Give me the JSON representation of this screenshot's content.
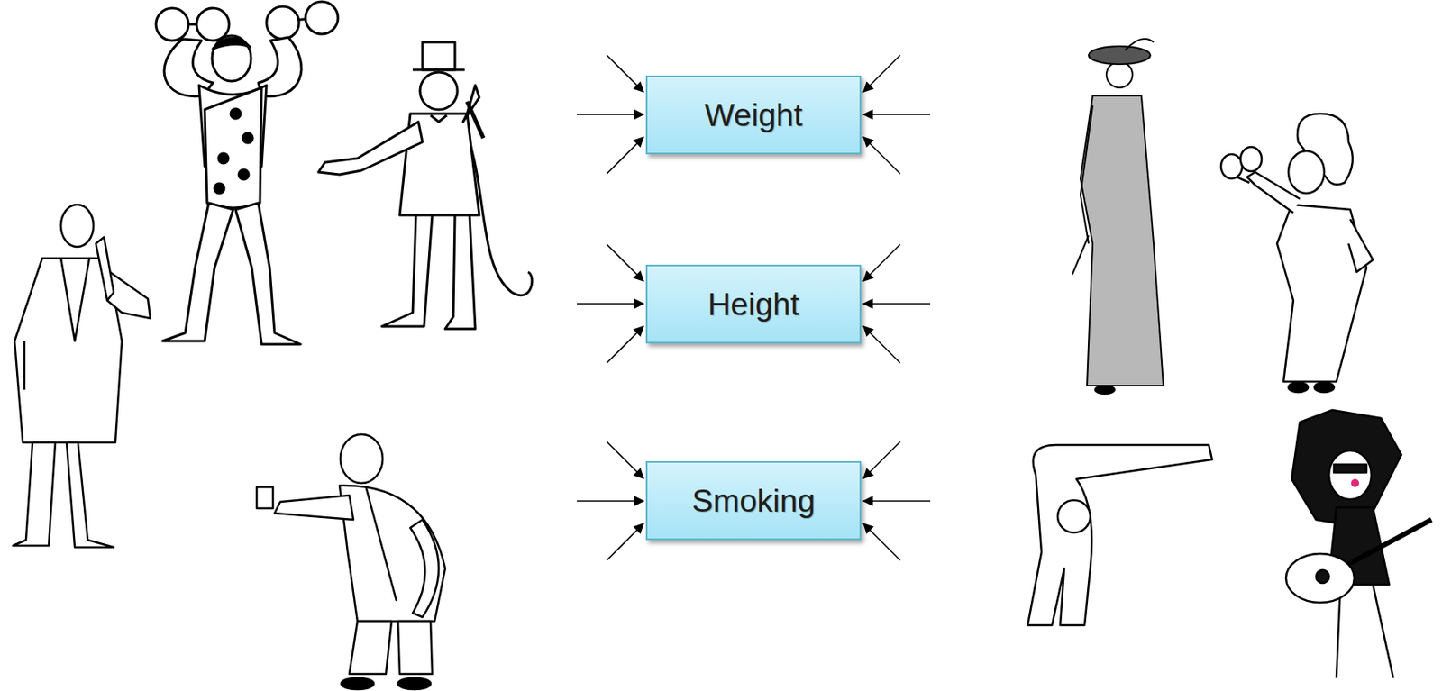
{
  "diagram": {
    "nodes": [
      {
        "text": [
          "Weight"
        ]
      },
      {
        "text": [
          "Height"
        ]
      },
      {
        "text": [
          "Smoking"
        ]
      }
    ]
  }
}
